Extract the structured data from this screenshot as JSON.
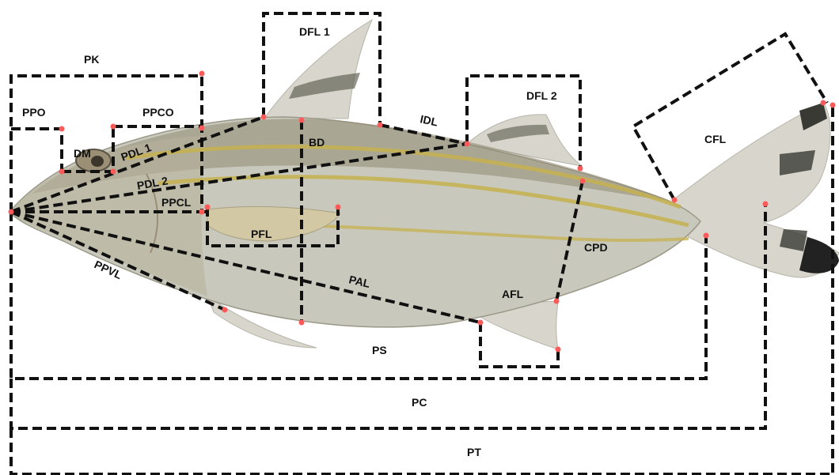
{
  "diagram": {
    "colors": {
      "line": "#111111",
      "landmark": "#ff5a5a",
      "fish_body": "#c9c8bc",
      "fish_back": "#8f8b72",
      "stripe": "#c6b14f",
      "fin": "#d8d6cc",
      "fin_band": "#5c5a4e",
      "caudal_tip": "#222222"
    },
    "labels": {
      "pk": "PK",
      "ppo": "PPO",
      "ppco": "PPCO",
      "dm": "DM",
      "dfl1": "DFL 1",
      "dfl2": "DFL 2",
      "idl": "IDL",
      "cfl": "CFL",
      "pdl1": "PDL 1",
      "pdl2": "PDL 2",
      "ppcl": "PPCL",
      "bd": "BD",
      "pfl": "PFL",
      "ppvl": "PPVL",
      "pal": "PAL",
      "afl": "AFL",
      "cpd": "CPD",
      "ps": "PS",
      "pc": "PC",
      "pt": "PT"
    }
  }
}
